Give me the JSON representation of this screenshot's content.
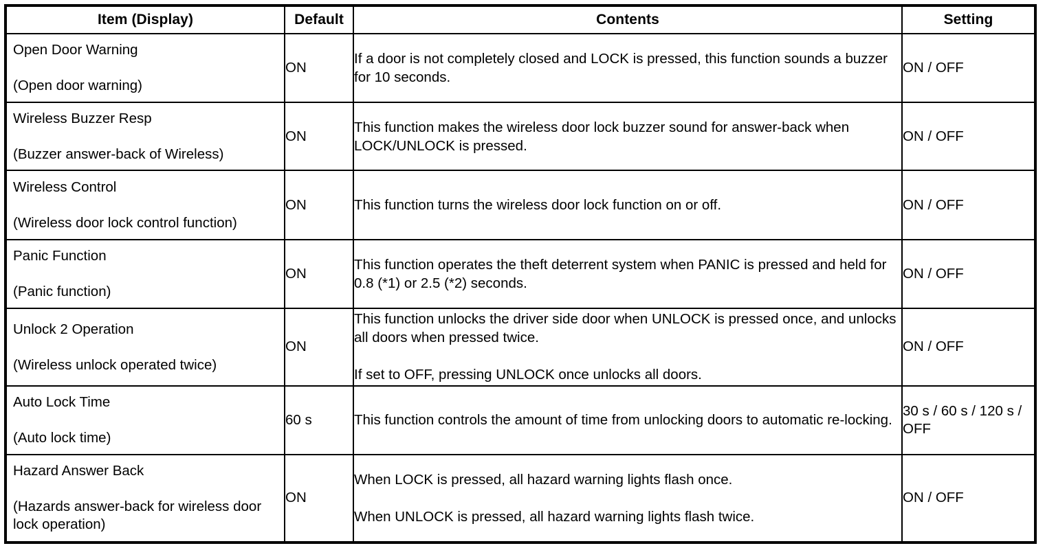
{
  "table": {
    "headers": {
      "item": "Item (Display)",
      "default": "Default",
      "contents": "Contents",
      "setting": "Setting"
    },
    "rows": [
      {
        "item_name": "Open Door Warning",
        "item_alt": "(Open door warning)",
        "default": "ON",
        "contents": [
          "If a door is not completely closed and LOCK is pressed, this function sounds a buzzer for 10 seconds."
        ],
        "setting": "ON / OFF"
      },
      {
        "item_name": "Wireless Buzzer Resp",
        "item_alt": "(Buzzer answer-back of Wireless)",
        "default": "ON",
        "contents": [
          "This function makes the wireless door lock buzzer sound for answer-back when LOCK/UNLOCK is pressed."
        ],
        "setting": "ON / OFF"
      },
      {
        "item_name": "Wireless Control",
        "item_alt": "(Wireless door lock control function)",
        "default": "ON",
        "contents": [
          "This function turns the wireless door lock function on or off."
        ],
        "setting": "ON / OFF"
      },
      {
        "item_name": "Panic Function",
        "item_alt": "(Panic function)",
        "default": "ON",
        "contents": [
          "This function operates the theft deterrent system when PANIC is pressed and held for 0.8 (*1) or 2.5 (*2) seconds."
        ],
        "setting": "ON / OFF"
      },
      {
        "item_name": "Unlock 2 Operation",
        "item_alt": "(Wireless unlock operated twice)",
        "default": "ON",
        "contents": [
          "This function unlocks the driver side door when UNLOCK is pressed once, and unlocks all doors when pressed twice.",
          "If set to OFF, pressing UNLOCK once unlocks all doors."
        ],
        "setting": "ON / OFF"
      },
      {
        "item_name": "Auto Lock Time",
        "item_alt": "(Auto lock time)",
        "default": "60 s",
        "contents": [
          "This function controls the amount of time from unlocking doors to automatic re-locking."
        ],
        "setting": "30 s / 60 s / 120 s / OFF"
      },
      {
        "item_name": "Hazard Answer Back",
        "item_alt": "(Hazards answer-back for wireless door lock operation)",
        "default": "ON",
        "contents": [
          "When LOCK is pressed, all hazard warning lights flash once.",
          "When UNLOCK is pressed, all hazard warning lights flash twice."
        ],
        "setting": "ON / OFF"
      }
    ]
  }
}
